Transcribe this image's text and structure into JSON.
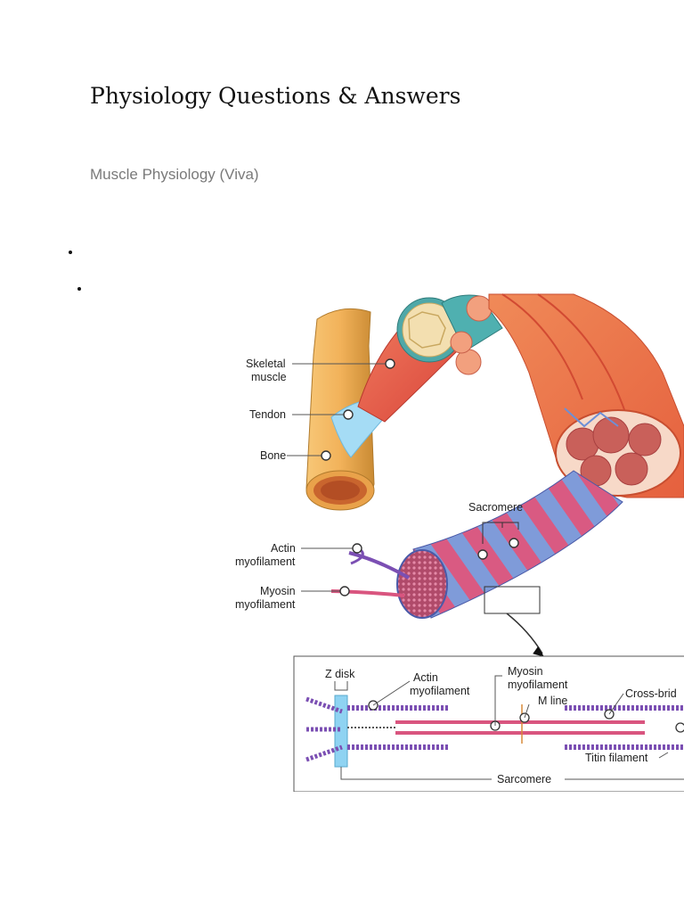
{
  "page": {
    "title": "Physiology Questions & Answers",
    "subtitle": "Muscle Physiology (Viva)"
  },
  "figure": {
    "labels": {
      "skeletal_muscle_1": "Skeletal",
      "skeletal_muscle_2": "muscle",
      "tendon": "Tendon",
      "bone": "Bone",
      "sacromere": "Sacromere",
      "actin_1": "Actin",
      "actin_2": "myofilament",
      "myosin_1": "Myosin",
      "myosin_2": "myofilament",
      "inset_z_disk": "Z disk",
      "inset_actin_1": "Actin",
      "inset_actin_2": "myofilament",
      "inset_myosin_1": "Myosin",
      "inset_myosin_2": "myofilament",
      "inset_m_line": "M line",
      "inset_cross_bridge": "Cross-brid",
      "inset_titin": "Titin filament",
      "inset_sarcomere": "Sarcomere"
    },
    "colors": {
      "bone": "#f2b25a",
      "muscle": "#e8574a",
      "tendon": "#8fd3f2",
      "fascia": "#4fa8a8",
      "myofibril_blue": "#6d8fd6",
      "myofibril_pink": "#d64f7a",
      "actin": "#7b4fb3",
      "myosin": "#d9557f"
    }
  }
}
